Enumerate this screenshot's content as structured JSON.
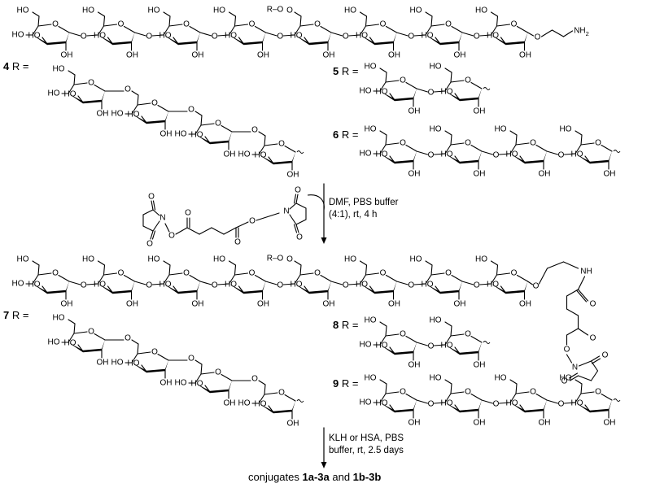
{
  "compounds": {
    "c4": {
      "number": "4",
      "r_eq": "R ="
    },
    "c5": {
      "number": "5",
      "r_eq": "R ="
    },
    "c6": {
      "number": "6",
      "r_eq": "R ="
    },
    "c7": {
      "number": "7",
      "r_eq": "R ="
    },
    "c8": {
      "number": "8",
      "r_eq": "R ="
    },
    "c9": {
      "number": "9",
      "r_eq": "R ="
    }
  },
  "atoms": {
    "ho": "HO",
    "oh": "OH",
    "o": "O",
    "r_o": "R–O",
    "nh": "NH",
    "nh2": "NH",
    "nh2_sub": "2",
    "n": "N"
  },
  "step1": {
    "line1": "DMF, PBS buffer",
    "line2": "(4:1), rt, 4 h"
  },
  "step2": {
    "line1": "KLH or HSA, PBS",
    "line2": "buffer, rt, 2.5 days"
  },
  "final": {
    "prefix": "conjugates ",
    "first": "1a-3a",
    "middle": " and ",
    "second": "1b-3b"
  },
  "colors": {
    "ink": "#000000",
    "background": "#ffffff"
  }
}
